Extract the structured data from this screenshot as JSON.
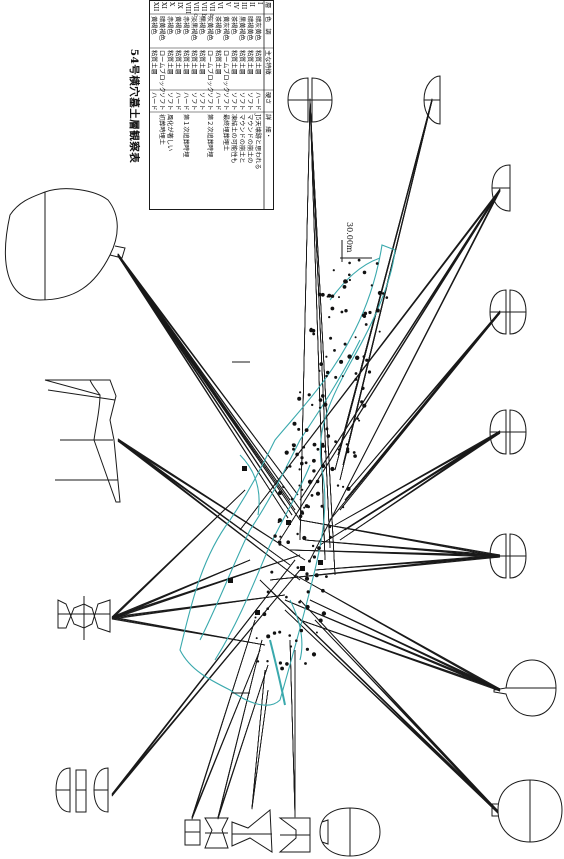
{
  "figure": {
    "table_title": "54号横穴墓土層観察表",
    "scale_label": "30.00m",
    "table_headers": [
      "層",
      "色　調",
      "主な特徴",
      "硬さ",
      "詳　細・"
    ],
    "table_rows": [
      [
        "I",
        "暗灰黄色",
        "粘質土層",
        "ハード",
        "J5天壊跡と思われる"
      ],
      [
        "II",
        "暗褐黄色",
        "粘質土層",
        "ソフト",
        "マウンドの崩土の"
      ],
      [
        "III",
        "黒黄褐色",
        "粘質土層",
        "ソフト",
        "マウンドの崩土と"
      ],
      [
        "IV",
        "茶褐色",
        "粘質土層",
        "ソフト",
        "凍結土の可能性も"
      ],
      [
        "V",
        "黄灰褐色",
        "ロームブロック",
        "ソフト",
        "最終埋葬埋土"
      ],
      [
        "VI",
        "茶褐色",
        "粘質土層",
        "ハード",
        ""
      ],
      [
        "VII a",
        "灰黄褐色",
        "ロームブロック",
        "ソフト",
        "第２次追葬時埋"
      ],
      [
        "VII b",
        "黒褐色",
        "粘質土層",
        "ソフト",
        ""
      ],
      [
        "VII c",
        "淡黒褐色",
        "粘質土層",
        "ソフト",
        ""
      ],
      [
        "VIII",
        "赤褐色",
        "粘質土層",
        "ハード",
        "第１次追葬時埋"
      ],
      [
        "IX",
        "黄褐色",
        "粘質土層",
        "ハード",
        ""
      ],
      [
        "X",
        "赤褐色",
        "粘質土層",
        "ソフト",
        "風化が著しい"
      ],
      [
        "XI",
        "暗黄褐色",
        "ロームブロック",
        "ソフト",
        "初葬時埋土"
      ],
      [
        "XII",
        "黄褐色",
        "粘質土層",
        "ハード",
        ""
      ]
    ],
    "colors": {
      "ink": "#1a1a1a",
      "plan_outline": "#3aa9ad"
    }
  }
}
